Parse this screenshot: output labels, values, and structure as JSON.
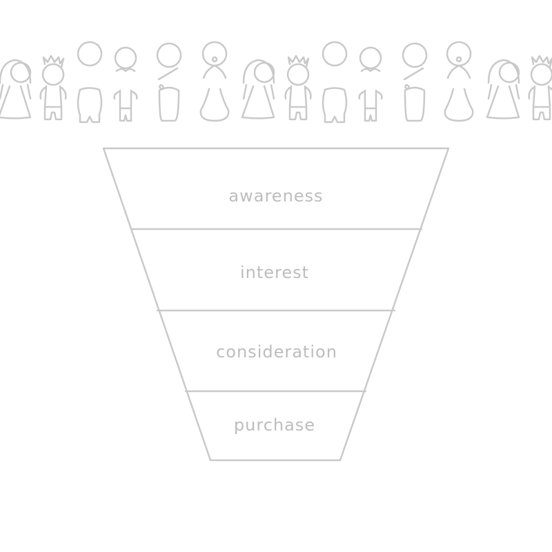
{
  "diagram": {
    "type": "funnel",
    "stages": [
      {
        "label": "awareness"
      },
      {
        "label": "interest"
      },
      {
        "label": "consideration"
      },
      {
        "label": "purchase"
      }
    ],
    "people_row": {
      "figures": [
        "girl-long-hair",
        "king-crown",
        "plain-person",
        "boy-spiky-hair",
        "ponytail-person",
        "bun-girl",
        "girl-long-hair",
        "king-crown",
        "plain-person",
        "boy-spiky-hair",
        "ponytail-person",
        "bun-girl",
        "girl-long-hair",
        "king-crown"
      ]
    },
    "colors": {
      "stroke": "#c9c9c9",
      "text": "#bdbdbd",
      "background": "#ffffff"
    }
  }
}
